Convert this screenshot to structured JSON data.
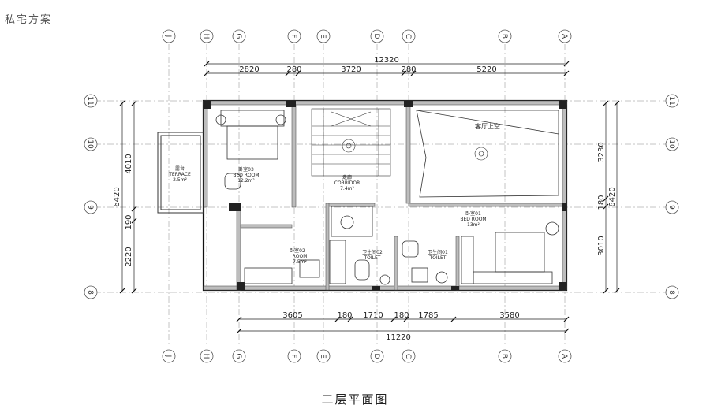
{
  "header": {
    "title": "私宅方案"
  },
  "caption": "二层平面图",
  "grid": {
    "columns": [
      "J",
      "H",
      "G",
      "F",
      "E",
      "D",
      "C",
      "B",
      "A"
    ],
    "rows": [
      "11",
      "10",
      "9",
      "8"
    ]
  },
  "dimensions": {
    "top_total": "12320",
    "top_segments": [
      "2820",
      "280",
      "3720",
      "280",
      "5220"
    ],
    "bottom_segments": [
      "3605",
      "180",
      "1710",
      "180",
      "1785",
      "3580"
    ],
    "bottom_total": "11220",
    "left_total": "6420",
    "left_segments": [
      "4010",
      "190",
      "2220"
    ],
    "right_total": "6420",
    "right_segments": [
      "3230",
      "180",
      "3010"
    ]
  },
  "rooms": {
    "bedroom3": {
      "name": "卧室03",
      "en": "BED ROOM",
      "area": "12.2m²"
    },
    "terrace": {
      "name": "露台",
      "en": "TERRACE",
      "area": "2.5m²"
    },
    "corridor": {
      "name": "走廊",
      "en": "CORRIDOR",
      "area": "7.4m²"
    },
    "void": {
      "name": "客厅上空"
    },
    "bedroom1": {
      "name": "卧室01",
      "en": "BED ROOM",
      "area": "13m²"
    },
    "bedroom2": {
      "name": "卧室02",
      "en": "ROOM",
      "area": "7.5m²"
    },
    "bath2": {
      "name": "卫生间02",
      "en": "TOILET"
    },
    "bath1": {
      "name": "卫生间01",
      "en": "TOILET"
    }
  }
}
